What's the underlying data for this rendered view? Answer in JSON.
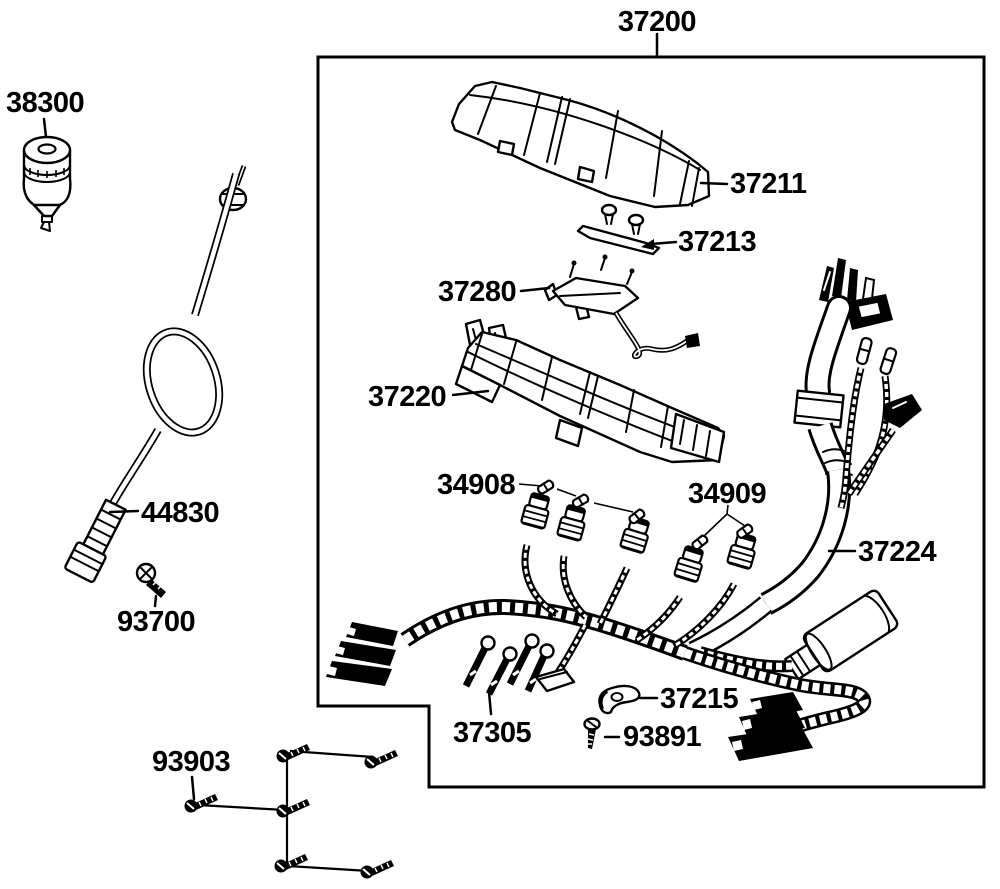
{
  "colors": {
    "ink": "#000000",
    "paper": "#ffffff"
  },
  "diagram": {
    "type": "exploded-parts-diagram",
    "group_box_part_no": "37200",
    "part_numbers": [
      "37200",
      "38300",
      "44830",
      "93700",
      "93903",
      "37211",
      "37213",
      "37280",
      "37220",
      "34908",
      "34909",
      "37224",
      "37305",
      "37215",
      "93891"
    ]
  },
  "labels": {
    "n37200": "37200",
    "n38300": "38300",
    "n37211": "37211",
    "n37213": "37213",
    "n37280": "37280",
    "n37220": "37220",
    "n34908": "34908",
    "n34909": "34909",
    "n37224": "37224",
    "n44830": "44830",
    "n93700": "93700",
    "n93903": "93903",
    "n37305": "37305",
    "n37215": "37215",
    "n93891": "93891"
  }
}
